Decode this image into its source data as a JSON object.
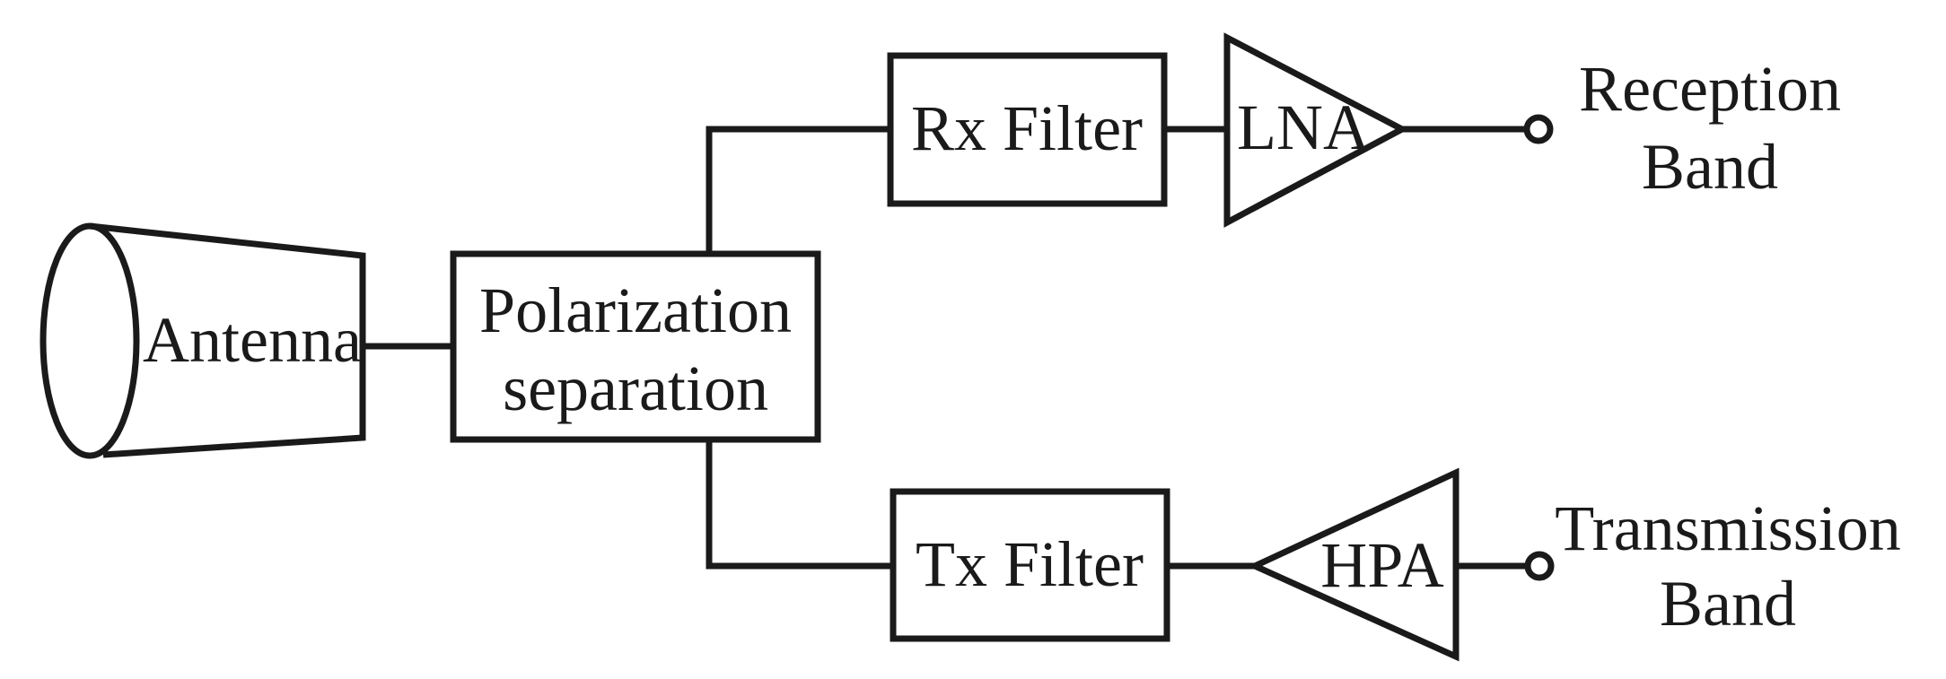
{
  "colors": {
    "stroke": "#1a1a1a",
    "text": "#1a1a1a",
    "background": "#ffffff"
  },
  "blocks": {
    "antenna": {
      "label": "Antenna"
    },
    "polarization": {
      "line1": "Polarization",
      "line2": "separation"
    },
    "rx_filter": {
      "label": "Rx Filter"
    },
    "lna": {
      "label": "LNA"
    },
    "tx_filter": {
      "label": "Tx Filter"
    },
    "hpa": {
      "label": "HPA"
    }
  },
  "ports": {
    "reception": {
      "line1": "Reception",
      "line2": "Band"
    },
    "transmission": {
      "line1": "Transmission",
      "line2": "Band"
    }
  }
}
